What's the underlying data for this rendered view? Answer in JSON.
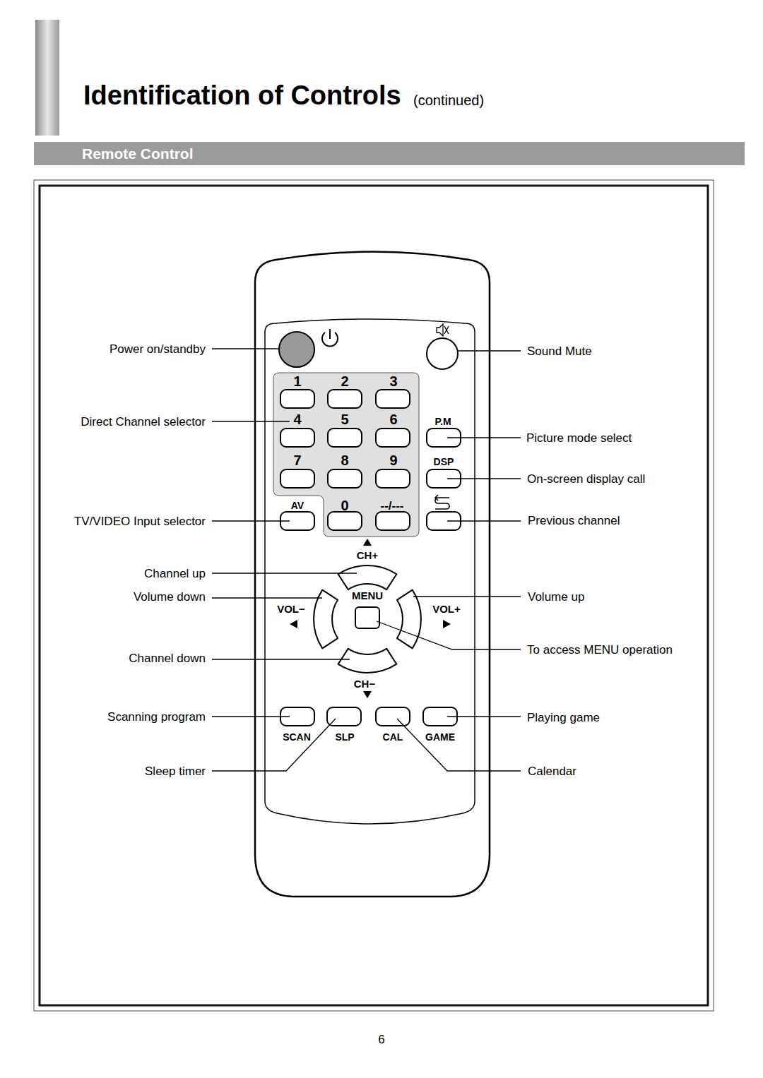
{
  "diagram": {
    "title": "Identification of Controls",
    "nodes": [
      {
        "text": [
          "Remote Control"
        ]
      }
    ],
    "labels": [
      "(continued)",
      "1",
      "2",
      "3",
      "4",
      "5",
      "6",
      "P.M",
      "7",
      "8",
      "9",
      "DSP",
      "AV",
      "0",
      "--/---",
      "CH+",
      "MENU",
      "VOL−",
      "VOL+",
      "CH−",
      "SCAN",
      "SLP",
      "CAL",
      "GAME",
      "Power on/standby",
      "Sound Mute",
      "Direct Channel selector",
      "Picture mode select",
      "On-screen display call",
      "TV/VIDEO Input selector",
      "Previous channel",
      "Channel up",
      "Volume down",
      "Volume up",
      "To access MENU operation",
      "Channel down",
      "Scanning program",
      "Playing game",
      "Sleep timer",
      "Calendar",
      "6"
    ]
  }
}
